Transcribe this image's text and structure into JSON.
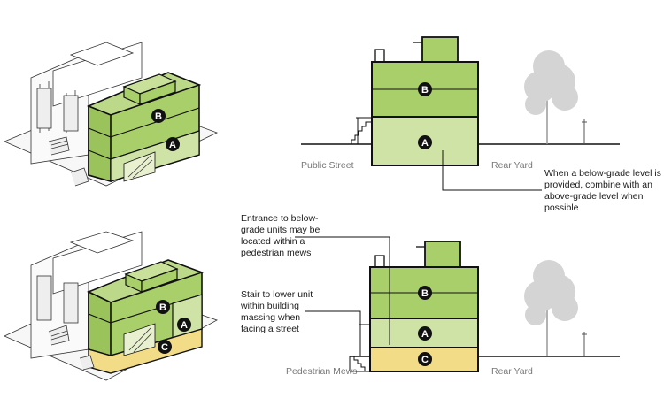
{
  "labels": {
    "public_street": "Public Street",
    "rear_yard_top": "Rear Yard",
    "rear_yard_bottom": "Rear Yard",
    "pedestrian_mews": "Pedestrian Mews"
  },
  "notes": {
    "below_grade": "When a below-grade level is provided, combine with an above-grade level when possible",
    "entrance": "Entrance to below-grade units may be located within a pedestrian mews",
    "stair": "Stair to lower unit within building massing when facing a street"
  },
  "unit_markers": [
    "A",
    "B",
    "C"
  ],
  "colors": {
    "unit_b": "#a9cf6a",
    "unit_a": "#cfe3a6",
    "unit_c": "#f2dc88",
    "outline": "#111111",
    "tree": "#d4d4d4"
  },
  "icons": [
    "tree-icon",
    "stair-icon"
  ]
}
